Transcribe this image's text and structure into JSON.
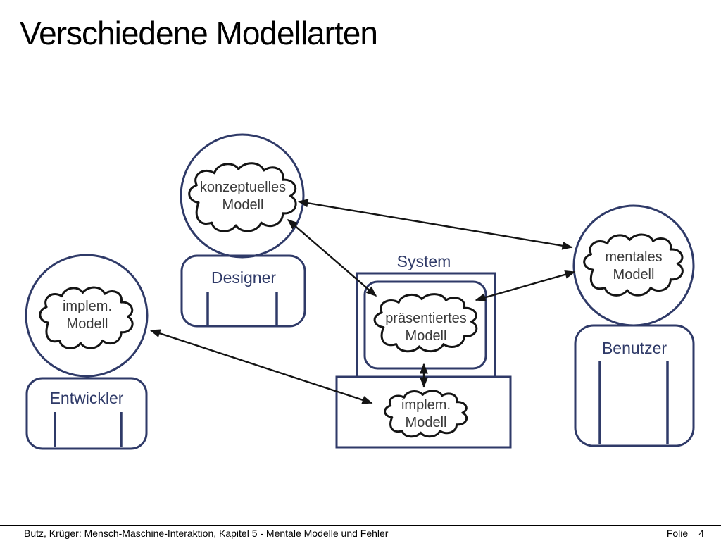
{
  "slide": {
    "title": "Verschiedene Modellarten",
    "background_color": "#ffffff"
  },
  "colors": {
    "outline_navy": "#2f3a68",
    "cloud_outline": "#141414",
    "cloud_text": "#3a3a3a",
    "arrow": "#141414",
    "title_text": "#000000",
    "footer_text": "#000000"
  },
  "diagram": {
    "designer": {
      "label": "Designer",
      "model": {
        "line1": "konzeptuelles",
        "line2": "Modell"
      }
    },
    "developer": {
      "label": "Entwickler",
      "model": {
        "line1": "implem.",
        "line2": "Modell"
      }
    },
    "user": {
      "label": "Benutzer",
      "model": {
        "line1": "mentales",
        "line2": "Modell"
      }
    },
    "system": {
      "label": "System",
      "presented_model": {
        "line1": "präsentiertes",
        "line2": "Modell"
      },
      "implemented_model": {
        "line1": "implem.",
        "line2": "Modell"
      }
    },
    "relations": [
      "konzeptuelles Modell <-> mentales Modell",
      "konzeptuelles Modell <-> präsentiertes Modell",
      "mentales Modell <-> präsentiertes Modell",
      "präsentiertes Modell <-> implem. Modell (System)",
      "implem. Modell (Entwickler) <-> implem. Modell (System)"
    ]
  },
  "footer": {
    "source": "Butz, Krüger: Mensch-Maschine-Interaktion, Kapitel 5 - Mentale Modelle und Fehler",
    "page_label": "Folie",
    "page_number": "4"
  }
}
